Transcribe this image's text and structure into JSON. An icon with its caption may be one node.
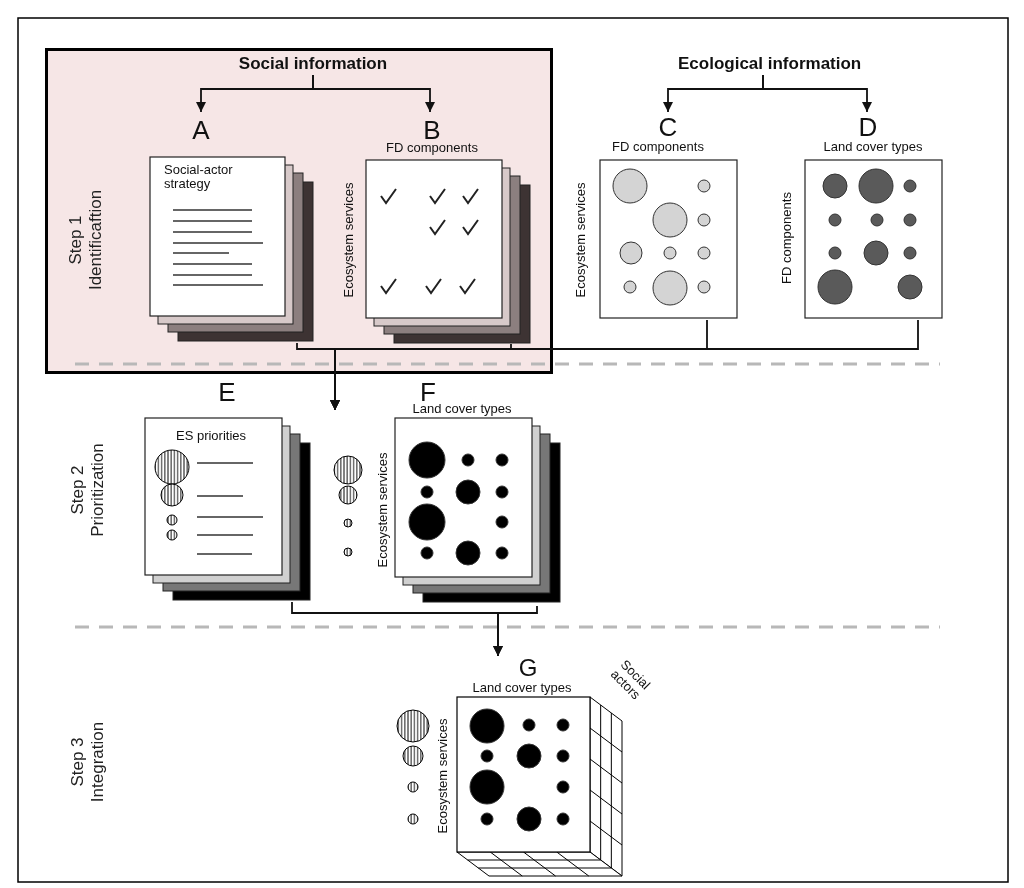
{
  "diagram": {
    "nodes": [
      {
        "text": [],
        "shape": "box"
      },
      {
        "text": [
          "Social information"
        ],
        "in": 0
      },
      {
        "text": [
          "A",
          "Social-actor strategy"
        ],
        "in": 0
      },
      {
        "text": [
          "B",
          "FD components",
          "Ecosystem services"
        ],
        "in": 0
      },
      {
        "text": [
          "Ecological information"
        ]
      },
      {
        "text": [
          "C",
          "FD components",
          "Ecosystem services"
        ]
      },
      {
        "text": [
          "D",
          "Land cover types",
          "FD components"
        ]
      },
      {
        "text": [
          "E",
          "ES priorities"
        ]
      },
      {
        "text": [
          "F",
          "Land cover types",
          "Ecosystem services"
        ]
      },
      {
        "text": [
          "G",
          "Land cover types",
          "Ecosystem services",
          "Social actors"
        ]
      }
    ],
    "edges": [
      {
        "from": 1,
        "to": 2,
        "arrow": "to"
      },
      {
        "from": 1,
        "to": 3,
        "arrow": "to"
      },
      {
        "from": 4,
        "to": 5,
        "arrow": "to"
      },
      {
        "from": 4,
        "to": 6,
        "arrow": "to"
      },
      {
        "from": 2,
        "to": null,
        "arrow": "to"
      },
      {
        "from": 3,
        "to": null,
        "arrow": "to"
      },
      {
        "from": 5,
        "to": null,
        "arrow": "to"
      },
      {
        "from": 6,
        "to": null,
        "arrow": "to"
      },
      {
        "from": 7,
        "to": 9,
        "arrow": "to"
      },
      {
        "from": 8,
        "to": 9,
        "arrow": "to"
      }
    ],
    "labels": [
      "Step 1 Identificaftion",
      "Step 2 Prioritization",
      "Step 3 Integration"
    ]
  }
}
